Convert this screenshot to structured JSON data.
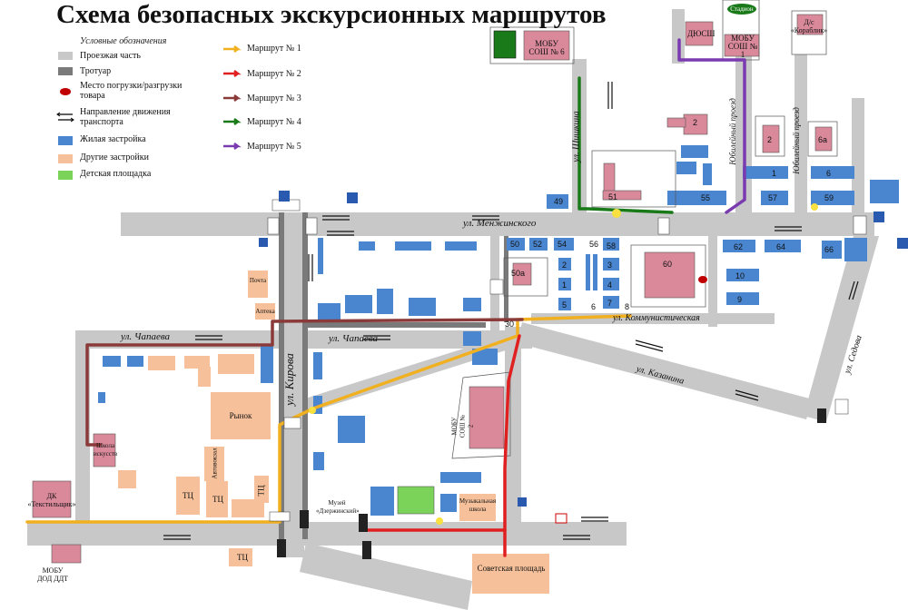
{
  "title": "Схема безопасных экскурсионных маршрутов",
  "legend": {
    "heading": "Условные обозначения",
    "items": [
      {
        "label": "Проезжая часть",
        "color": "#c8c8c8"
      },
      {
        "label": "Тротуар",
        "color": "#7a7a7a"
      },
      {
        "label": "Место погрузки/разгрузки товара",
        "color": "#c00000"
      },
      {
        "label": "Направление движения транспорта",
        "color": "#000000"
      },
      {
        "label": "Жилая застройка",
        "color": "#4a86d0"
      },
      {
        "label": "Другие застройки",
        "color": "#f5c09a"
      },
      {
        "label": "Детская площадка",
        "color": "#7cd35a"
      }
    ],
    "routes": [
      {
        "label": "Маршрут № 1",
        "color": "#f0b020"
      },
      {
        "label": "Маршрут № 2",
        "color": "#e02020"
      },
      {
        "label": "Маршрут № 3",
        "color": "#8b3a3a"
      },
      {
        "label": "Маршрут № 4",
        "color": "#1a7a1a"
      },
      {
        "label": "Маршрут № 5",
        "color": "#7a3ab0"
      }
    ]
  },
  "streets": {
    "menzhinskogo": "ул. Менжинского",
    "chapaeva_w": "ул. Чапаева",
    "chapaeva_e": "ул. Чапаева",
    "kirova": "ул. Кирова",
    "kommunisticheskaya": "ул. Коммунистическая",
    "kazanina": "ул. Казанина",
    "sedova": "ул. Седова",
    "shishkina": "ул. Шишкина",
    "yubileyny1": "Юбилейный проезд",
    "yubileyny2": "Юбилейный проезд"
  },
  "places": {
    "sosh6": "МОБУ СОШ № 6",
    "sosh1": "МОБУ СОШ № 1",
    "sosh2": "МОБУ СОШ № 2",
    "dyussh": "ДЮСШ",
    "korablik": "Д/с «Кораблик»",
    "stadion": "Стадион",
    "pochta": "Почта",
    "apteka": "Аптека",
    "rynok": "Рынок",
    "shkola_iskusstv": "Школа искусств",
    "dk": "ДК «Текстильщик»",
    "mobu_dod": "МОБУ ДОД ДДТ",
    "tc1": "ТЦ",
    "tc2": "ТЦ",
    "tc3": "ТЦ",
    "tc4": "ТЦ",
    "avtovokzal": "Автовокзал",
    "muzey": "Музей «Дзержинский»",
    "muz_shkola": "Музыкальная школа",
    "sov_ploshad": "Советская площадь"
  },
  "numbers": {
    "b49": "49",
    "b51": "51",
    "b55": "55",
    "b57": "57",
    "b59": "59",
    "b1": "1",
    "b6": "6",
    "b2a": "2",
    "b2b": "2",
    "b6a": "6а",
    "b50": "50",
    "b52": "52",
    "b54": "54",
    "b50a": "50а",
    "b56": "56",
    "b58": "58",
    "b60": "60",
    "b62": "62",
    "b64": "64",
    "b66": "66",
    "b10": "10",
    "b9": "9",
    "b30": "30",
    "c2": "2",
    "c1": "1",
    "c5": "5",
    "c3": "3",
    "c4": "4",
    "c7": "7",
    "c6": "6",
    "c8": "8"
  }
}
